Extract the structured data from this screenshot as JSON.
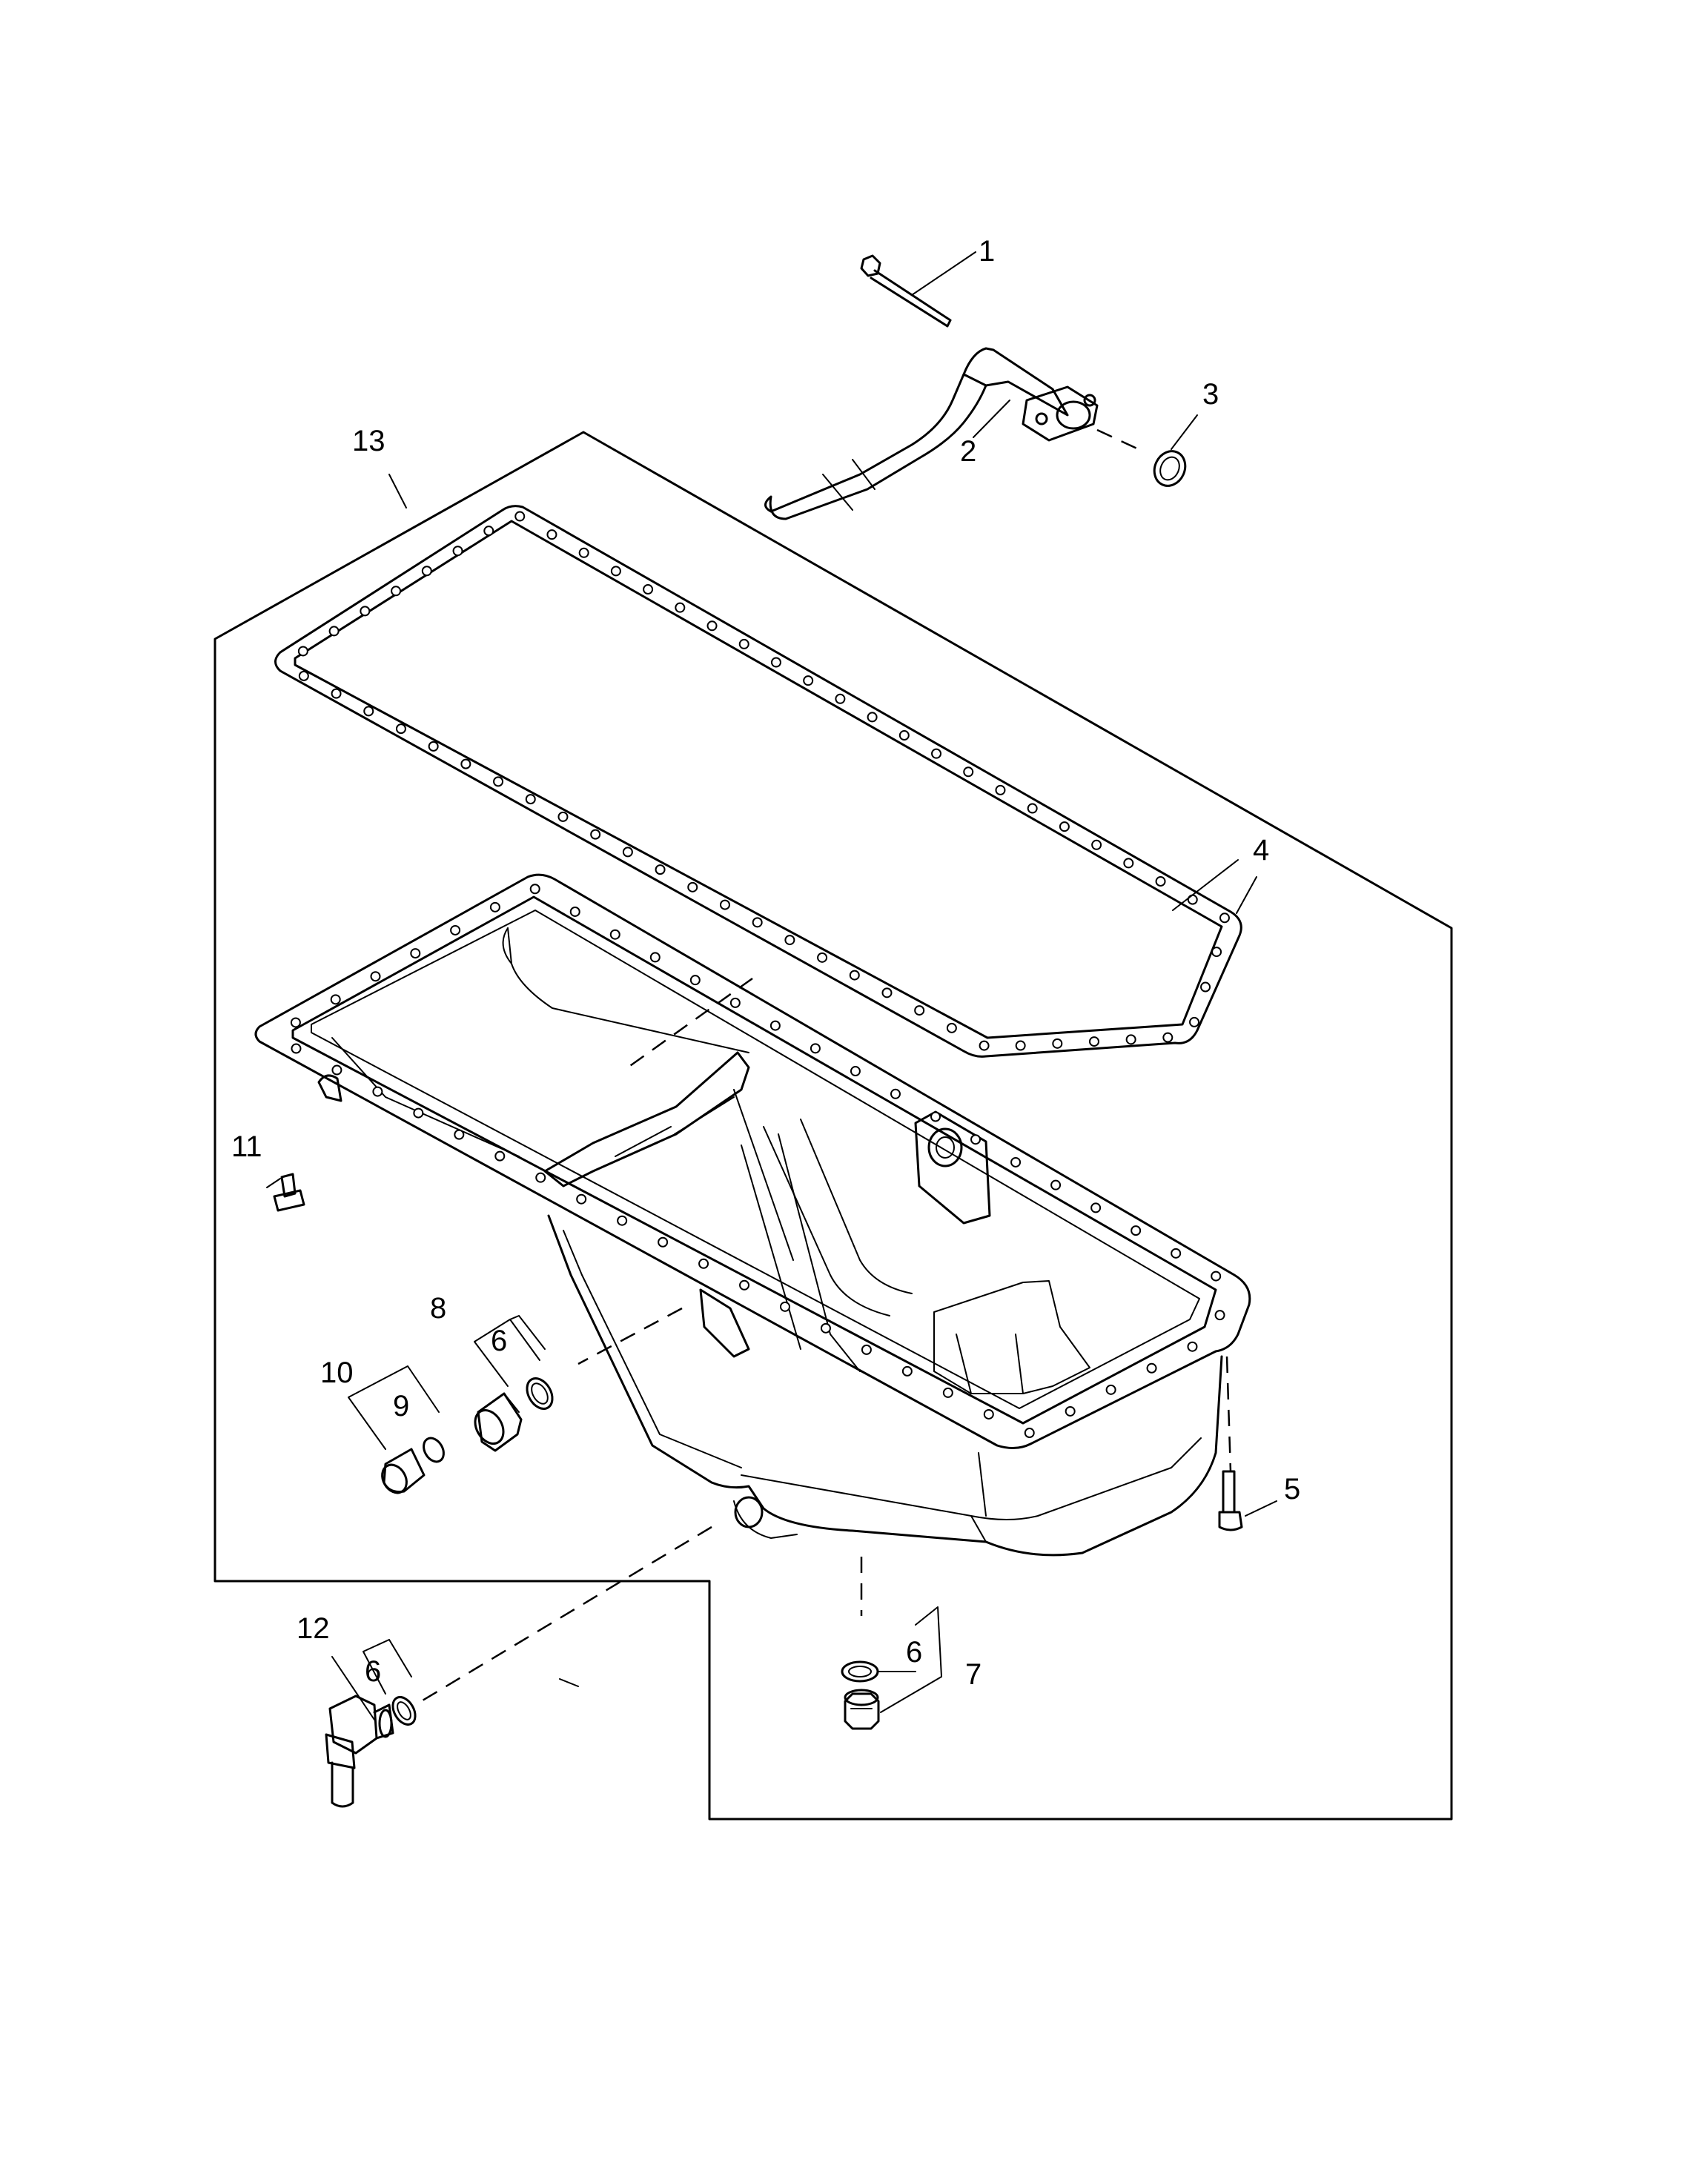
{
  "callouts": [
    {
      "id": "callout-1",
      "text": "1"
    },
    {
      "id": "callout-2",
      "text": "2"
    },
    {
      "id": "callout-3",
      "text": "3"
    },
    {
      "id": "callout-4",
      "text": "4"
    },
    {
      "id": "callout-5",
      "text": "5"
    },
    {
      "id": "callout-6a",
      "text": "6"
    },
    {
      "id": "callout-6b",
      "text": "6"
    },
    {
      "id": "callout-6c",
      "text": "6"
    },
    {
      "id": "callout-7",
      "text": "7"
    },
    {
      "id": "callout-8",
      "text": "8"
    },
    {
      "id": "callout-9",
      "text": "9"
    },
    {
      "id": "callout-10",
      "text": "10"
    },
    {
      "id": "callout-11",
      "text": "11"
    },
    {
      "id": "callout-12",
      "text": "12"
    },
    {
      "id": "callout-13",
      "text": "13"
    }
  ]
}
